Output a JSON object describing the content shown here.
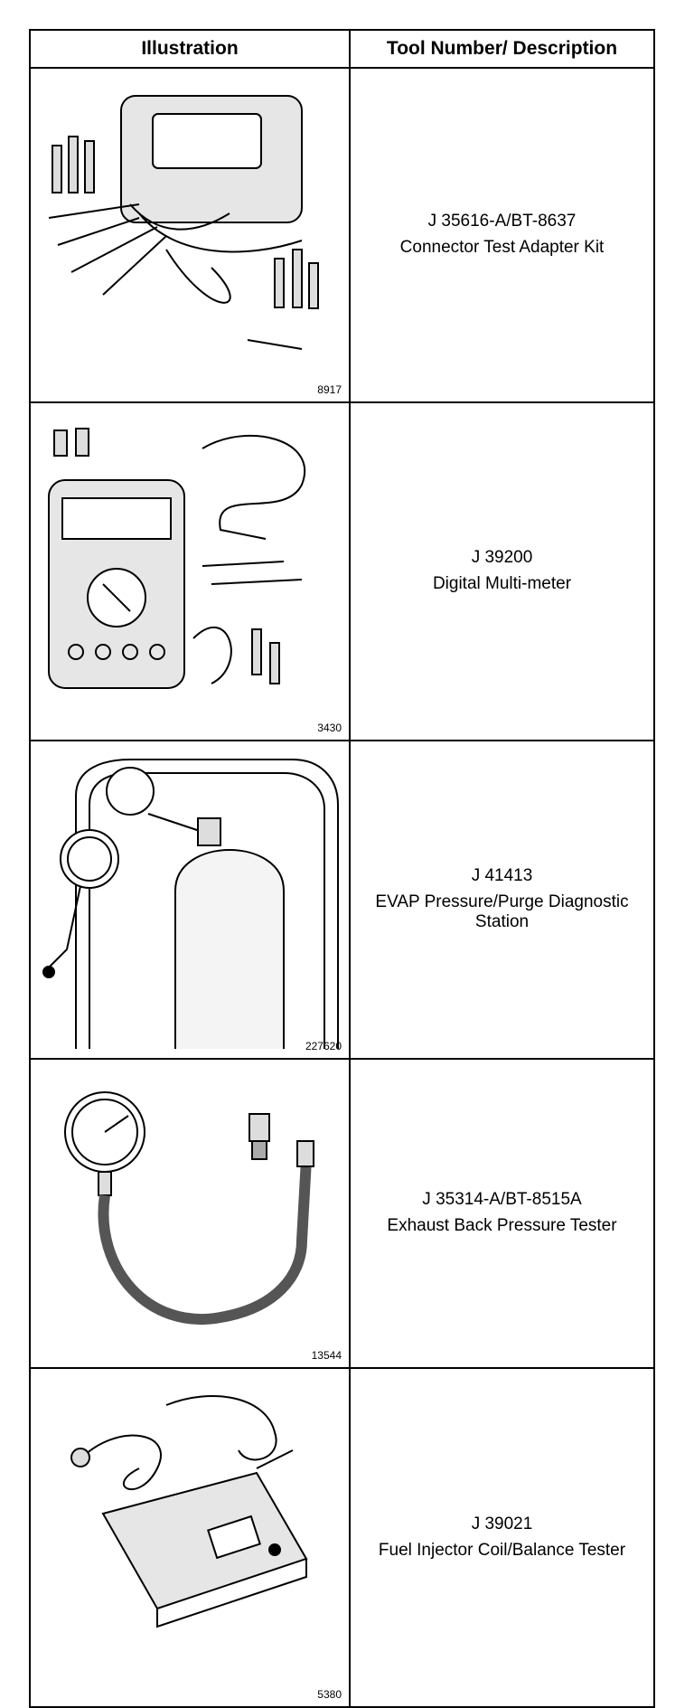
{
  "table": {
    "header": {
      "illustration": "Illustration",
      "tool": "Tool Number/ Description"
    },
    "rows": [
      {
        "figure": "8917",
        "tool_number": "J 35616-A/BT-8637",
        "description": "Connector Test Adapter Kit",
        "icon": "test-adapter-kit-illustration"
      },
      {
        "figure": "3430",
        "tool_number": "J 39200",
        "description": "Digital Multi-meter",
        "icon": "multimeter-illustration"
      },
      {
        "figure": "227620",
        "tool_number": "J 41413",
        "description": "EVAP Pressure/Purge Diagnostic Station",
        "icon": "evap-station-illustration"
      },
      {
        "figure": "13544",
        "tool_number": "J 35314-A/BT-8515A",
        "description": "Exhaust Back Pressure Tester",
        "icon": "pressure-gauge-illustration"
      },
      {
        "figure": "5380",
        "tool_number": "J 39021",
        "description": "Fuel Injector Coil/Balance Tester",
        "icon": "injector-tester-illustration"
      }
    ]
  }
}
